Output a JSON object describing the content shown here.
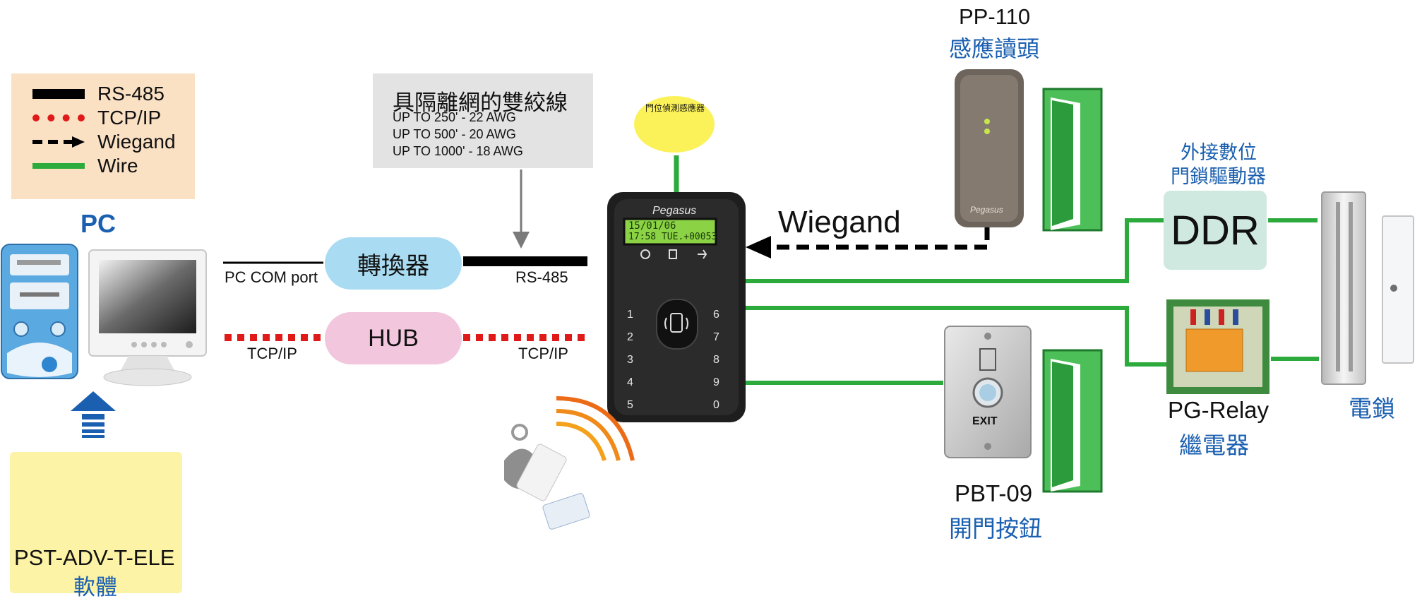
{
  "legend": {
    "items": [
      {
        "label": "RS-485",
        "style": "solid-black",
        "color": "#000000"
      },
      {
        "label": "TCP/IP",
        "style": "dotted-red",
        "color": "#e01919"
      },
      {
        "label": "Wiegand",
        "style": "dashed-arrow",
        "color": "#000000"
      },
      {
        "label": "Wire",
        "style": "solid-green",
        "color": "#2daa3c"
      }
    ]
  },
  "pc": {
    "title": "PC"
  },
  "software": {
    "model": "PST-ADV-T-ELE",
    "name": "軟體"
  },
  "cable_note": {
    "title": "具隔離網的雙絞線",
    "lines": [
      "UP TO 250' - 22 AWG",
      "UP TO 500' - 20 AWG",
      "UP TO 1000' - 18 AWG"
    ]
  },
  "converter": {
    "label": "轉換器",
    "left_label": "PC COM port",
    "right_label": "RS-485"
  },
  "hub": {
    "label": "HUB",
    "left_label": "TCP/IP",
    "right_label": "TCP/IP"
  },
  "door_sensor": {
    "label": "門位偵測感應器"
  },
  "controller": {
    "brand": "Pegasus",
    "lcd_line1": "15/01/06",
    "lcd_line2": "17:58 TUE.+00053",
    "keys": [
      "1",
      "2",
      "3",
      "4",
      "5",
      "6",
      "7",
      "8",
      "9",
      "0"
    ]
  },
  "wiegand": {
    "label": "Wiegand"
  },
  "reader": {
    "model": "PP-110",
    "name": "感應讀頭",
    "brand": "Pegasus"
  },
  "exit_button": {
    "model": "PBT-09",
    "name": "開門按鈕",
    "face_text": "EXIT"
  },
  "ddr": {
    "caption_line1": "外接數位",
    "caption_line2": "門鎖驅動器",
    "label": "DDR"
  },
  "relay": {
    "model": "PG-Relay",
    "name": "繼電器"
  },
  "lock": {
    "name": "電鎖"
  },
  "colors": {
    "green": "#2daa3c",
    "red": "#e01919",
    "blue_text": "#1a5fb0",
    "pill_blue": "#a9dcf2",
    "pill_pink": "#f2c6dd"
  }
}
